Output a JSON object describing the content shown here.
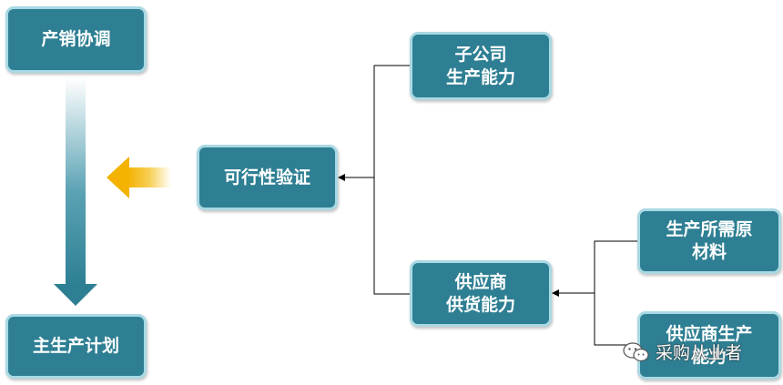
{
  "nodes": {
    "production_sales_coordination": {
      "lines": [
        "产销协调"
      ]
    },
    "master_production_schedule": {
      "lines": [
        "主生产计划"
      ]
    },
    "feasibility_verification": {
      "lines": [
        "可行性验证"
      ]
    },
    "subsidiary_capacity": {
      "lines": [
        "子公司",
        "生产能力"
      ]
    },
    "supplier_supply_capacity": {
      "lines": [
        "供应商",
        "供货能力"
      ]
    },
    "raw_materials_needed": {
      "lines": [
        "生产所需原",
        "材料"
      ]
    },
    "supplier_production_capacity": {
      "lines": [
        "供应商生产",
        "能力"
      ]
    }
  },
  "colors": {
    "box_fill": "#2e7f93",
    "box_border": "#a9d9e4",
    "box_text": "#ffffff",
    "feedback_arrow": "#f5b800",
    "connector": "#000000"
  },
  "watermark": {
    "text": "采购从业者",
    "icon": "wechat-icon"
  }
}
